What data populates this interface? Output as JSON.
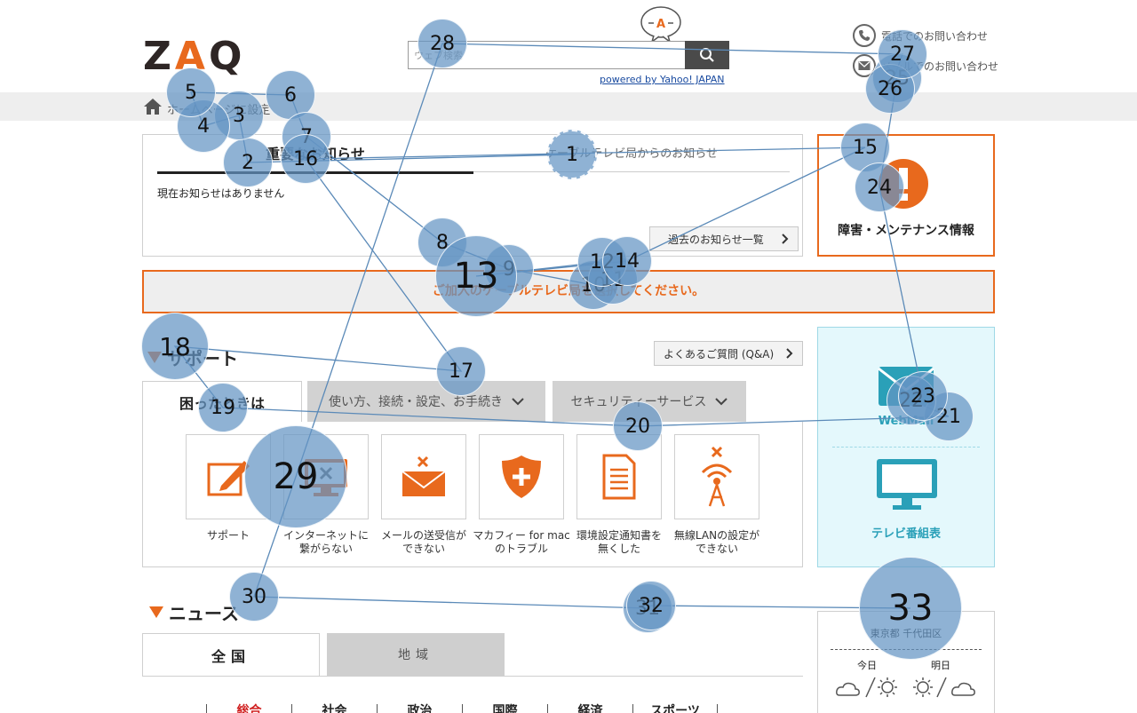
{
  "header": {
    "logo": [
      "Z",
      "A",
      "Q"
    ],
    "mascot_letter": "A",
    "search": {
      "placeholder": "ウェブ検索",
      "powered": "powered by Yahoo! JAPAN",
      "icon": "search-icon"
    },
    "contact_phone": "電話でのお問い合わせ",
    "contact_mail": "メールでのお問い合わせ"
  },
  "breadcrumb": {
    "text": "ホームページに設定",
    "icon": "home-icon"
  },
  "notice": {
    "tab_important": "重要なお知らせ",
    "tab_cable": "ケーブルテレビ局からのお知らせ",
    "empty": "現在お知らせはありません",
    "past_button": "過去のお知らせ一覧"
  },
  "maintenance": {
    "label": "障害・メンテナンス情報",
    "icon": "alert-icon",
    "color": "#e8691d"
  },
  "cable_select": "ご加入のケーブルテレビ局を選択してください。",
  "support": {
    "title": "サポート",
    "faq_button": "よくあるご質問 (Q&A)",
    "tabs": [
      "困ったときは",
      "使い方、接続・設定、お手続き",
      "セキュリティーサービス"
    ],
    "tiles": [
      {
        "label": "サポート",
        "icon": "pencil-support-icon"
      },
      {
        "label": "インターネットに\n繋がらない",
        "icon": "monitor-x-icon"
      },
      {
        "label": "メールの送受信が\nできない",
        "icon": "mail-x-icon"
      },
      {
        "label": "マカフィー for mac\nのトラブル",
        "icon": "shield-plus-icon"
      },
      {
        "label": "環境設定通知書を\n無くした",
        "icon": "document-icon"
      },
      {
        "label": "無線LANの設定が\nできない",
        "icon": "wifi-x-icon"
      }
    ]
  },
  "side_panel": {
    "webmail": "WebMail",
    "tv_guide": "テレビ番組表",
    "accent": "#2aa0b8"
  },
  "news": {
    "title": "ニュース",
    "tabs": [
      "全国",
      "地域"
    ],
    "categories": [
      "総合",
      "社会",
      "政治",
      "国際",
      "経済",
      "スポーツ"
    ]
  },
  "weather": {
    "location": "東京都 千代田区",
    "today": "今日",
    "tomorrow": "明日"
  },
  "gaze": {
    "fixations": [
      {
        "n": "1"
      },
      {
        "n": "2"
      },
      {
        "n": "3"
      },
      {
        "n": "4"
      },
      {
        "n": "5"
      },
      {
        "n": "6"
      },
      {
        "n": "7"
      },
      {
        "n": "8"
      },
      {
        "n": "9"
      },
      {
        "n": "10"
      },
      {
        "n": "11"
      },
      {
        "n": "12"
      },
      {
        "n": "13"
      },
      {
        "n": "14"
      },
      {
        "n": "15"
      },
      {
        "n": "16"
      },
      {
        "n": "17"
      },
      {
        "n": "18"
      },
      {
        "n": "19"
      },
      {
        "n": "20"
      },
      {
        "n": "21"
      },
      {
        "n": "22"
      },
      {
        "n": "23"
      },
      {
        "n": "24"
      },
      {
        "n": "25"
      },
      {
        "n": "26"
      },
      {
        "n": "27"
      },
      {
        "n": "28"
      },
      {
        "n": "29"
      },
      {
        "n": "30"
      },
      {
        "n": "31"
      },
      {
        "n": "32"
      },
      {
        "n": "33"
      }
    ]
  }
}
